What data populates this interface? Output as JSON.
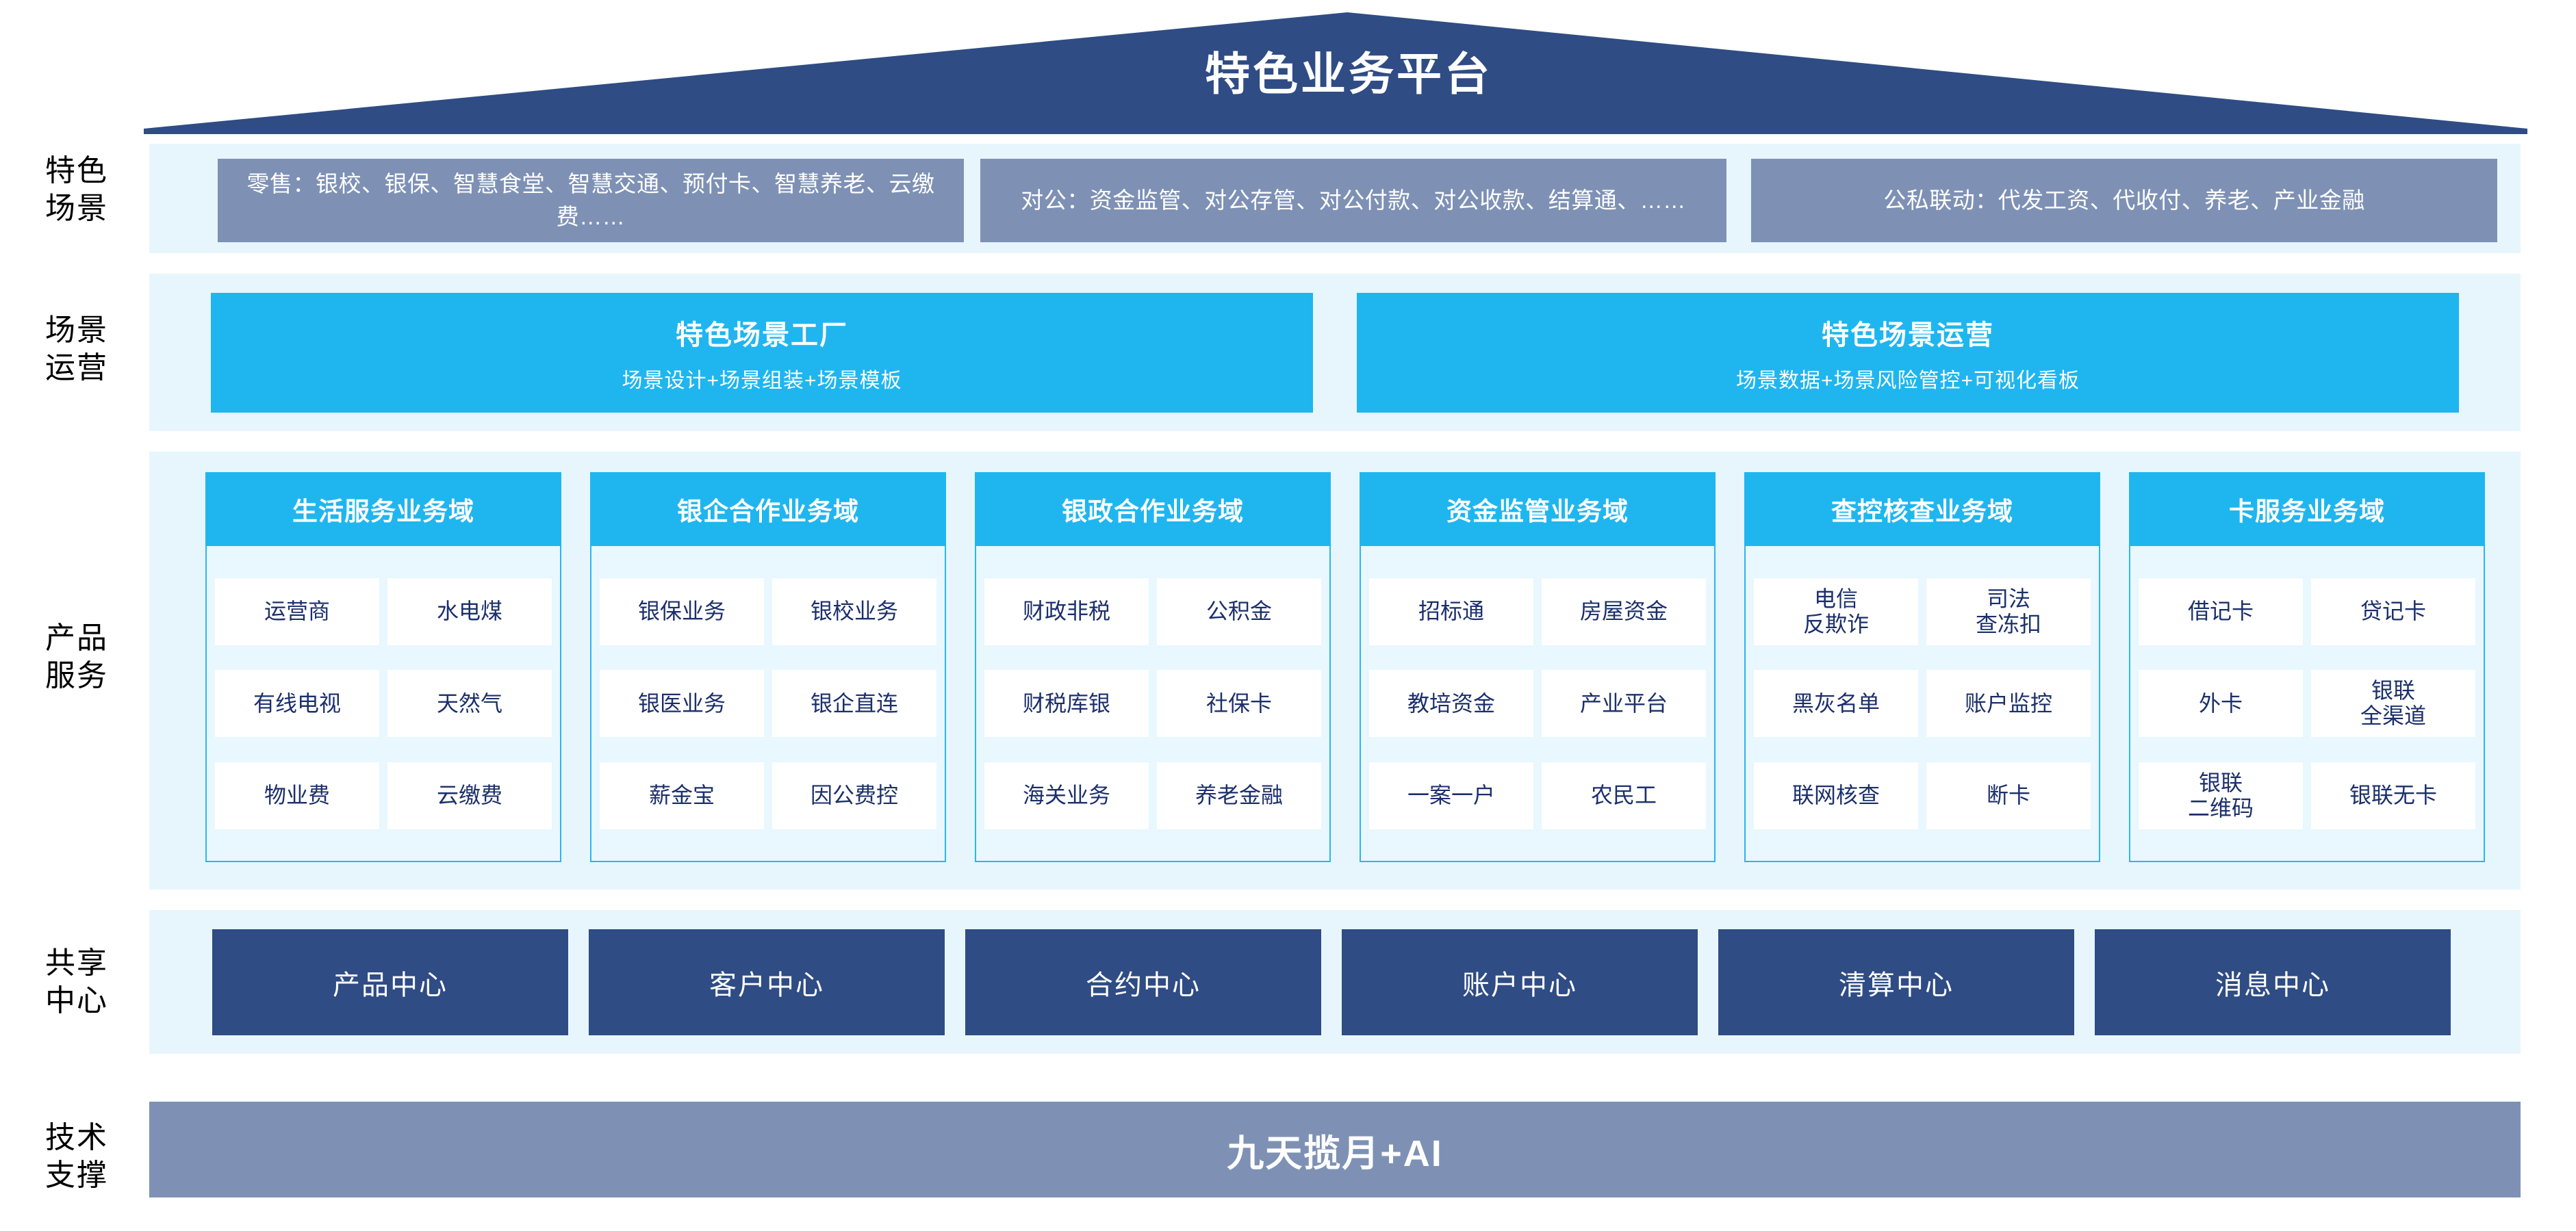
{
  "header": {
    "title": "特色业务平台",
    "roof_color": "#2f4c84"
  },
  "row_labels": {
    "scenario": "特色\n场景",
    "operations": "场景\n运营",
    "products": "产品\n服务",
    "shared": "共享\n中心",
    "tech": "技术\n支撑"
  },
  "colors": {
    "band_bg": "#e7f6fd",
    "slate_blue": "#7e91b5",
    "cyan": "#1fb6ef",
    "navy": "#2f4c84",
    "cell_text": "#1b2f6b"
  },
  "scenarios": [
    {
      "text": "零售：银校、银保、智慧食堂、智慧交通、预付卡、智慧养老、云缴费……"
    },
    {
      "text": "对公：资金监管、对公存管、对公付款、对公收款、结算通、……"
    },
    {
      "text": "公私联动：代发工资、代收付、养老、产业金融"
    }
  ],
  "operations": [
    {
      "title": "特色场景工厂",
      "subtitle": "场景设计+场景组装+场景模板"
    },
    {
      "title": "特色场景运营",
      "subtitle": "场景数据+场景风险管控+可视化看板"
    }
  ],
  "domains": [
    {
      "title": "生活服务业务域",
      "rows": [
        [
          "运营商",
          "水电煤"
        ],
        [
          "有线电视",
          "天然气"
        ],
        [
          "物业费",
          "云缴费"
        ]
      ]
    },
    {
      "title": "银企合作业务域",
      "rows": [
        [
          "银保业务",
          "银校业务"
        ],
        [
          "银医业务",
          "银企直连"
        ],
        [
          "薪金宝",
          "因公费控"
        ]
      ]
    },
    {
      "title": "银政合作业务域",
      "rows": [
        [
          "财政非税",
          "公积金"
        ],
        [
          "财税库银",
          "社保卡"
        ],
        [
          "海关业务",
          "养老金融"
        ]
      ]
    },
    {
      "title": "资金监管业务域",
      "rows": [
        [
          "招标通",
          "房屋资金"
        ],
        [
          "教培资金",
          "产业平台"
        ],
        [
          "一案一户",
          "农民工"
        ]
      ]
    },
    {
      "title": "查控核查业务域",
      "rows": [
        [
          "电信\n反欺诈",
          "司法\n查冻扣"
        ],
        [
          "黑灰名单",
          "账户监控"
        ],
        [
          "联网核查",
          "断卡"
        ]
      ]
    },
    {
      "title": "卡服务业务域",
      "rows": [
        [
          "借记卡",
          "贷记卡"
        ],
        [
          "外卡",
          "银联\n全渠道"
        ],
        [
          "银联\n二维码",
          "银联无卡"
        ]
      ]
    }
  ],
  "shared_centers": [
    "产品中心",
    "客户中心",
    "合约中心",
    "账户中心",
    "清算中心",
    "消息中心"
  ],
  "tech_support": {
    "label": "九天揽月+AI"
  }
}
